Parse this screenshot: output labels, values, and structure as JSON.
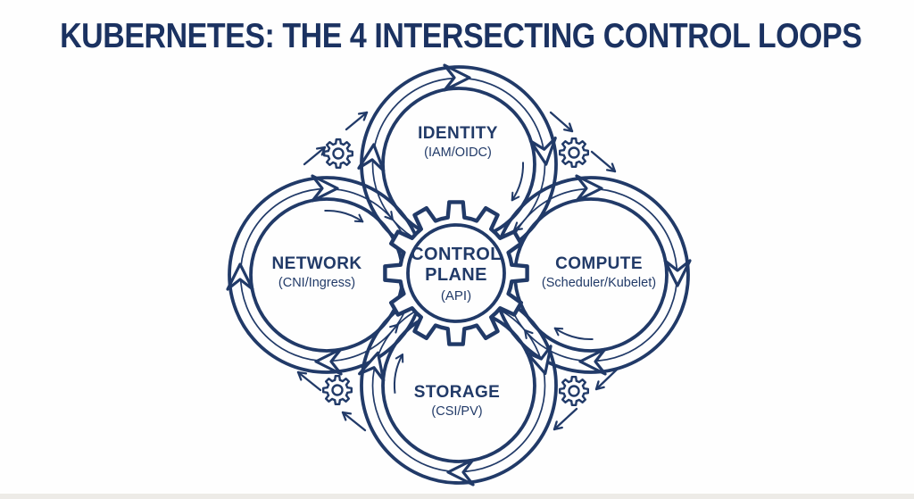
{
  "title": "KUBERNETES: THE 4 INTERSECTING CONTROL LOOPS",
  "center": {
    "line1": "CONTROL",
    "line2": "PLANE",
    "sub": "(API)"
  },
  "loops": {
    "identity": {
      "label": "IDENTITY",
      "sub": "(IAM/OIDC)"
    },
    "network": {
      "label": "NETWORK",
      "sub": "(CNI/Ingress)"
    },
    "compute": {
      "label": "COMPUTE",
      "sub": "(Scheduler/Kubelet)"
    },
    "storage": {
      "label": "STORAGE",
      "sub": "(CSI/PV)"
    }
  },
  "icons": {
    "center_gear": "control-plane-gear-icon",
    "corner_gear": "gear-icon",
    "loop_arrow": "clockwise-chevron-icon",
    "rotation_arrow": "diagonal-arrow-icon"
  },
  "colors": {
    "ink": "#213a68",
    "title": "#1b3261",
    "background": "#fefefe"
  }
}
